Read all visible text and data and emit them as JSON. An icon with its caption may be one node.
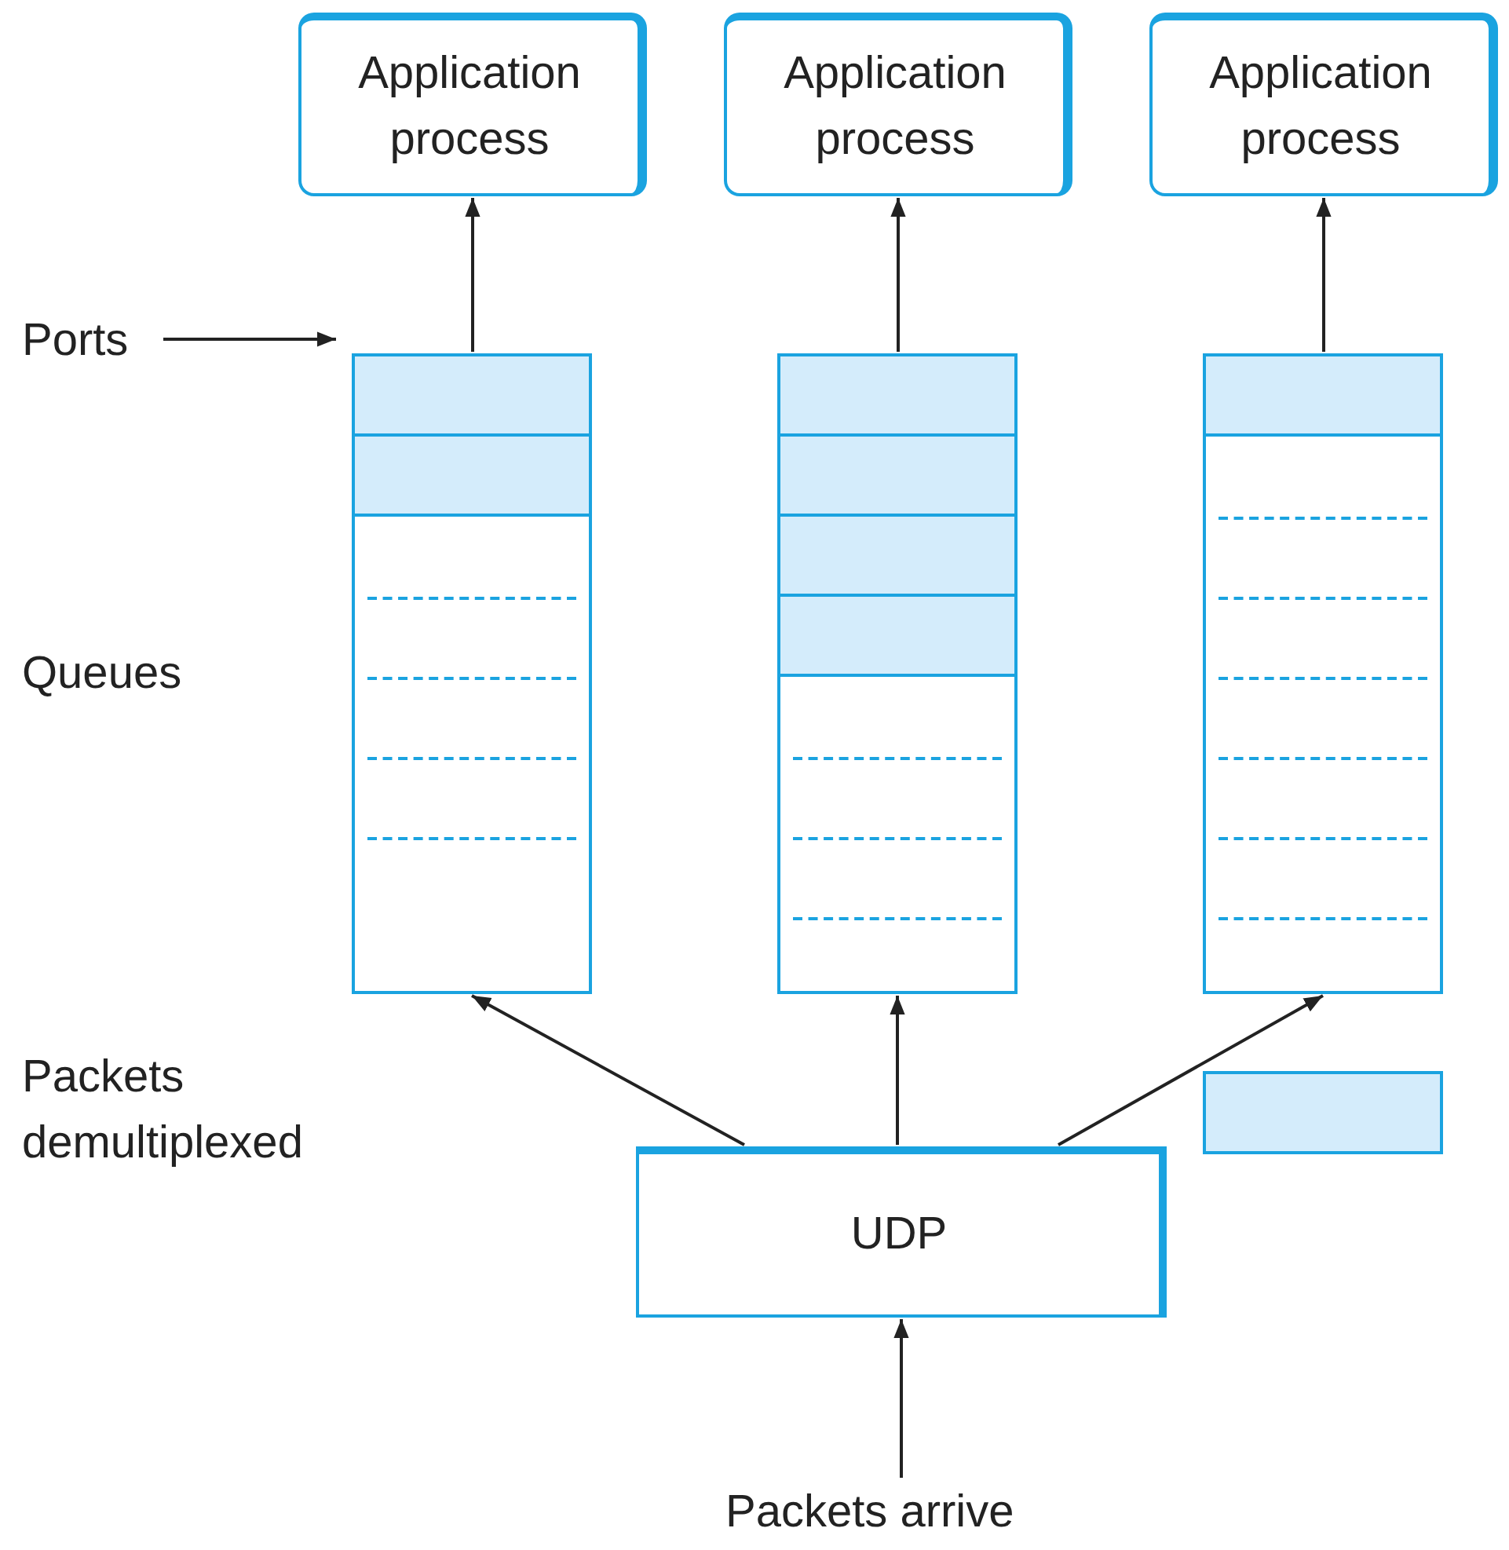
{
  "diagram": {
    "nodes": [
      {
        "text": [
          "Application process"
        ]
      },
      {
        "text": [
          "Application process"
        ]
      },
      {
        "text": [
          "Application process"
        ]
      },
      {
        "text": [
          "Ports"
        ]
      },
      {
        "text": [],
        "shape": "box"
      },
      {
        "text": [],
        "shape": "box",
        "in": 4
      },
      {
        "text": [],
        "shape": "box",
        "in": 4
      },
      {
        "text": [],
        "shape": "box"
      },
      {
        "text": [],
        "shape": "box",
        "in": 7
      },
      {
        "text": [],
        "shape": "box",
        "in": 7
      },
      {
        "text": [],
        "shape": "box",
        "in": 7
      },
      {
        "text": [],
        "shape": "box",
        "in": 7
      },
      {
        "text": [],
        "shape": "box"
      },
      {
        "text": [],
        "shape": "box",
        "in": 12
      },
      {
        "text": [],
        "shape": "box"
      },
      {
        "text": [
          "UDP"
        ]
      },
      {
        "text": [
          "Packets arrive"
        ]
      }
    ],
    "edges": [
      {
        "from": 4,
        "to": 0,
        "arrow": "to"
      },
      {
        "from": 7,
        "to": 1,
        "arrow": "to"
      },
      {
        "from": 12,
        "to": 2,
        "arrow": "to"
      },
      {
        "from": 3,
        "to": 5,
        "arrow": "to"
      },
      {
        "from": 15,
        "to": 4,
        "arrow": "to"
      },
      {
        "from": 15,
        "to": 7,
        "arrow": "to"
      },
      {
        "from": 15,
        "to": 12,
        "arrow": "to"
      },
      {
        "from": 16,
        "to": 15,
        "arrow": "to"
      }
    ],
    "labels": [
      "Queues",
      "Packets demultiplexed"
    ]
  }
}
